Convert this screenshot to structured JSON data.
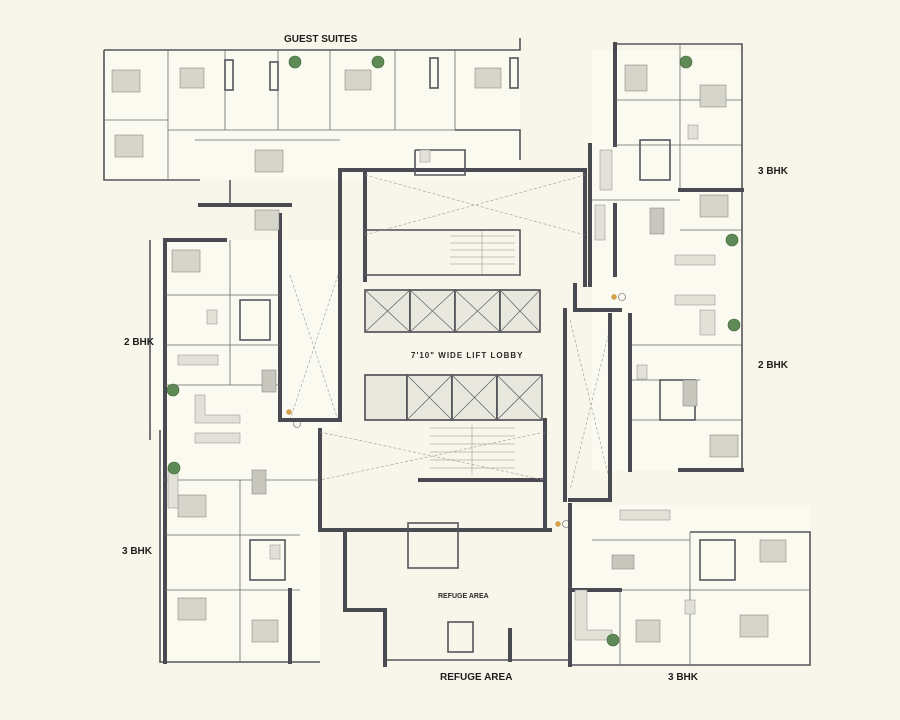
{
  "labels": {
    "guest_suites": "GUEST SUITES",
    "unit_3bhk_top": "3 BHK",
    "unit_2bhk_left": "2 BHK",
    "unit_2bhk_right": "2 BHK",
    "unit_3bhk_left": "3 BHK",
    "unit_3bhk_bottom": "3 BHK",
    "lift_lobby": "7'10\" WIDE LIFT LOBBY",
    "refuge_area_inner": "REFUGE AREA",
    "refuge_area_bottom": "REFUGE AREA"
  },
  "colors": {
    "background": "#f8f6eb",
    "wall": "#4a4a52",
    "furniture": "#e2e1d8",
    "plant": "#5d8a55",
    "marker": "#d9a24a"
  }
}
